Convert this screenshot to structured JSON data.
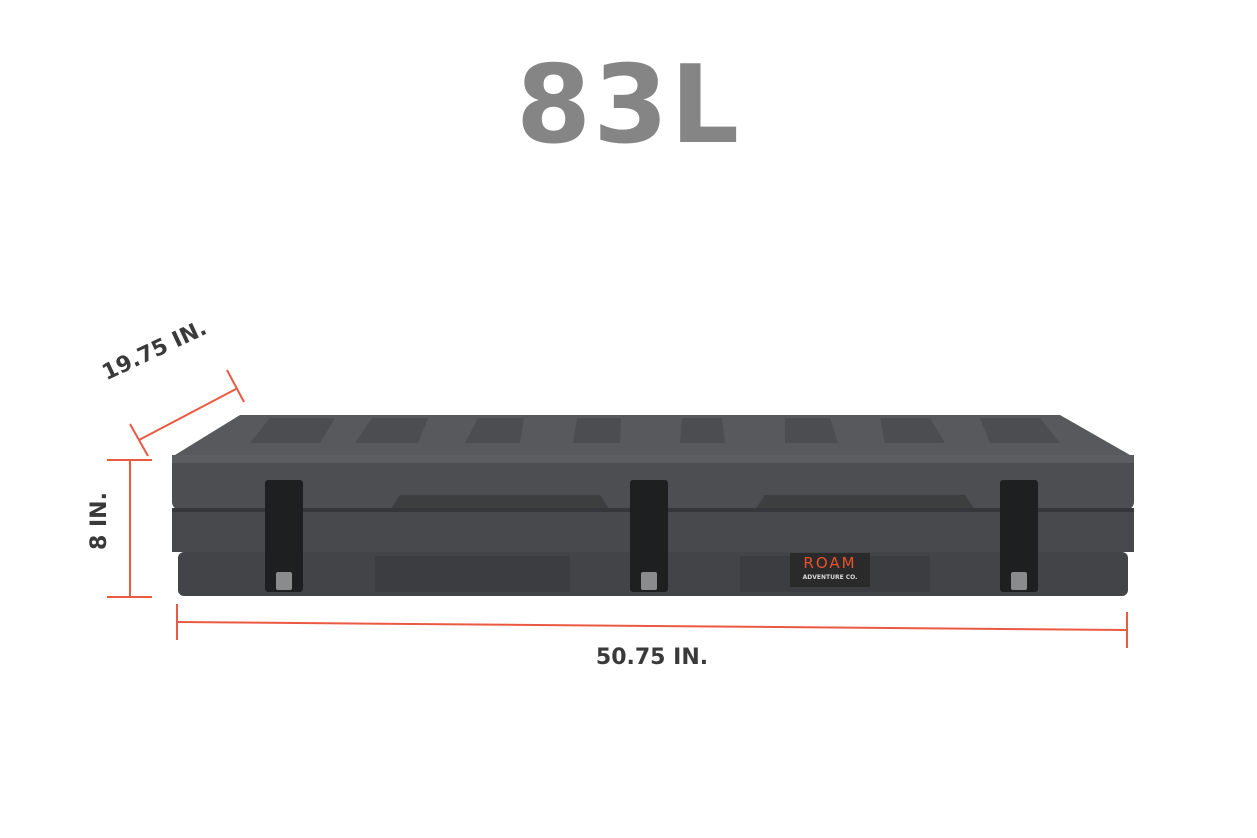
{
  "title": "83L",
  "dimensions": {
    "length": "50.75 IN.",
    "height": "8 IN.",
    "depth": "19.75 IN."
  },
  "product": {
    "brand": "ROAM",
    "brand_sub": "ADVENTURE CO.",
    "body_color": "#4a4b4e",
    "accent_color": "#e8512f"
  },
  "colors": {
    "title": "#858585",
    "dimension_line": "#ea5a42",
    "dimension_text": "#3a3a3a"
  }
}
